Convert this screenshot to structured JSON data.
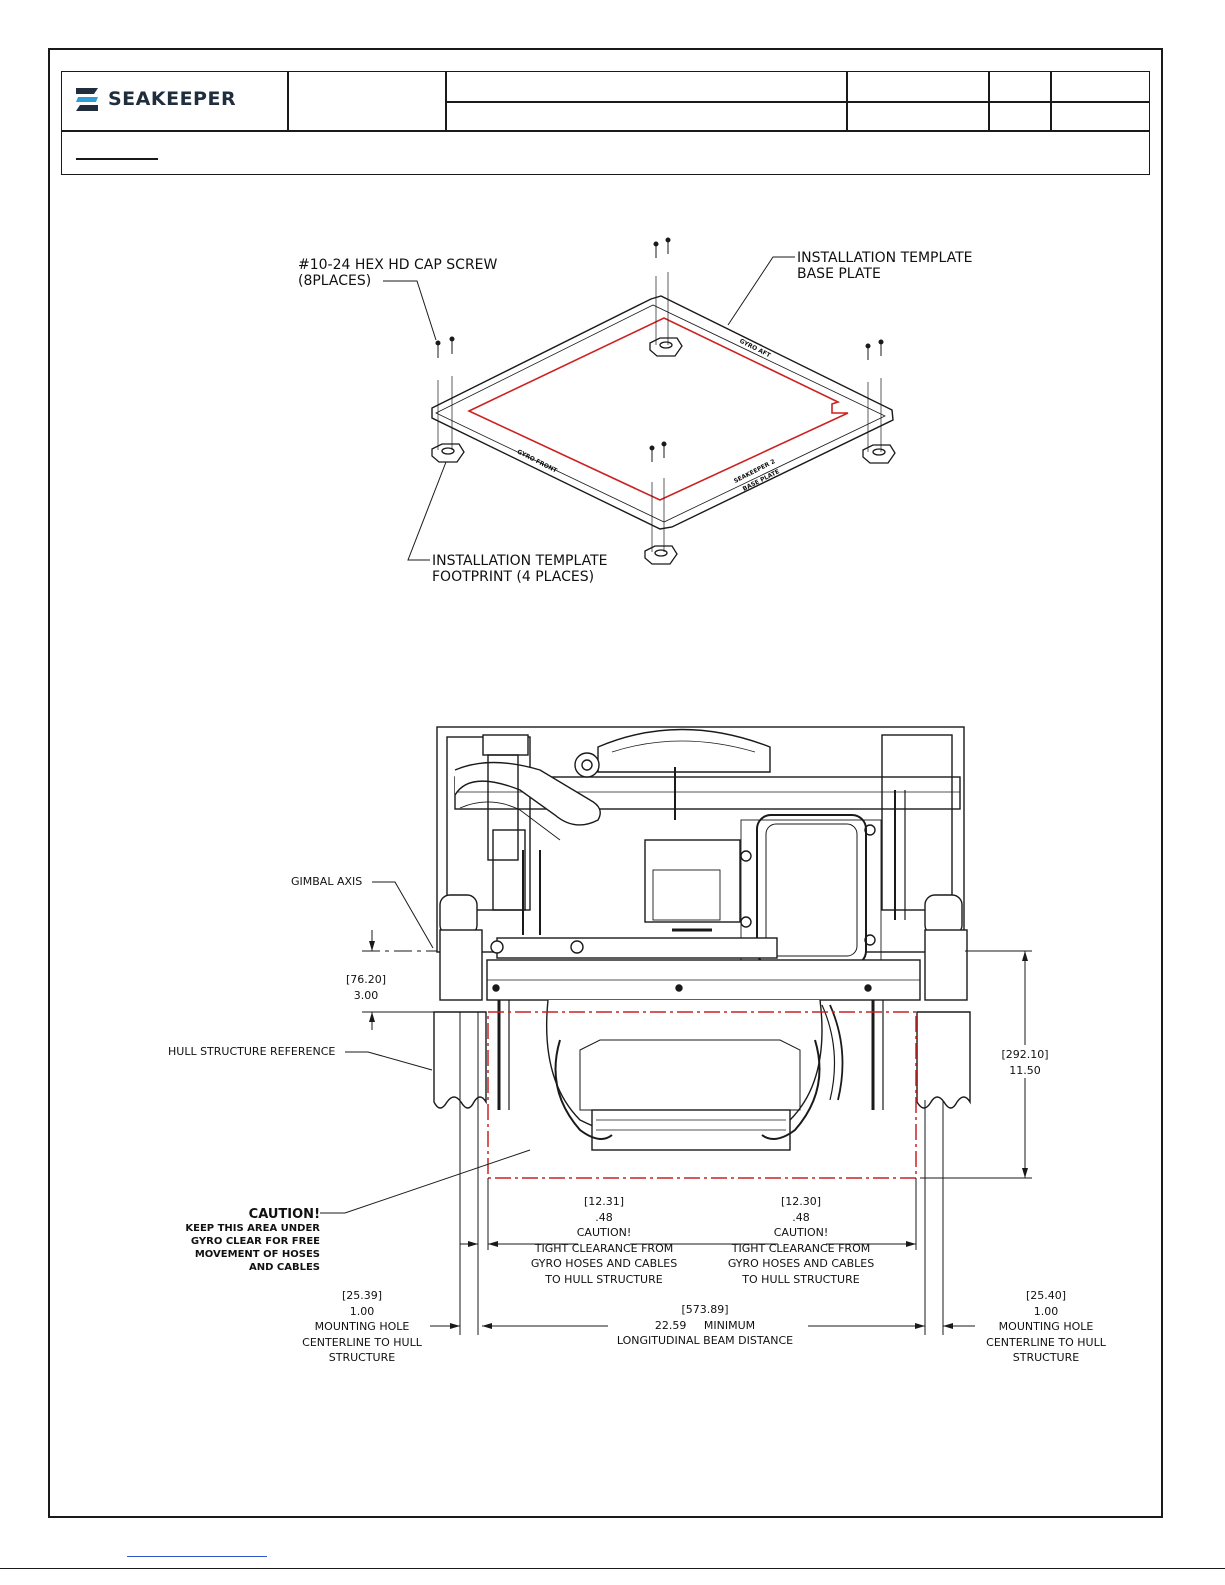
{
  "header": {
    "brand": "SEAKEEPER",
    "brand_colors": {
      "primary": "#1f2d3d",
      "accent": "#2e9fd6"
    }
  },
  "top_view": {
    "callouts": {
      "cap_screw": [
        "#10-24 HEX HD CAP SCREW",
        "(8PLACES)"
      ],
      "base_plate": [
        "INSTALLATION TEMPLATE",
        "BASE PLATE"
      ],
      "footprint": [
        "INSTALLATION TEMPLATE",
        "FOOTPRINT (4 PLACES)"
      ]
    },
    "plate_markings": [
      "GYRO AFT",
      "GYRO FRONT",
      "SEAKEEPER 2",
      "BASE PLATE"
    ],
    "outline_color": "#cc2222"
  },
  "front_view": {
    "gimbal_axis": "GIMBAL AXIS",
    "hull_reference": "HULL STRUCTURE REFERENCE",
    "caution_title": "CAUTION!",
    "caution_text": [
      "KEEP THIS AREA UNDER",
      "GYRO CLEAR FOR FREE",
      "MOVEMENT OF HOSES",
      "AND CABLES"
    ],
    "dim_gimbal": {
      "metric": "[76.20]",
      "imperial": "3.00"
    },
    "dim_height": {
      "metric": "[292.10]",
      "imperial": "11.50"
    },
    "dim_left_clear": {
      "metric": "[12.31]",
      "imperial": ".48",
      "note": [
        "CAUTION!",
        "TIGHT CLEARANCE FROM",
        "GYRO HOSES AND CABLES",
        "TO HULL STRUCTURE"
      ]
    },
    "dim_right_clear": {
      "metric": "[12.30]",
      "imperial": ".48",
      "note": [
        "CAUTION!",
        "TIGHT CLEARANCE FROM",
        "GYRO HOSES AND CABLES",
        "TO HULL STRUCTURE"
      ]
    },
    "dim_left_mount": {
      "metric": "[25.39]",
      "imperial": "1.00",
      "note": [
        "MOUNTING HOLE",
        "CENTERLINE TO HULL",
        "STRUCTURE"
      ]
    },
    "dim_right_mount": {
      "metric": "[25.40]",
      "imperial": "1.00",
      "note": [
        "MOUNTING HOLE",
        "CENTERLINE TO HULL",
        "STRUCTURE"
      ]
    },
    "dim_beam": {
      "metric": "[573.89]",
      "imperial": "22.59",
      "qualifier": "MINIMUM",
      "note": "LONGITUDINAL BEAM DISTANCE"
    },
    "clear_zone_color": "#cc2222"
  }
}
